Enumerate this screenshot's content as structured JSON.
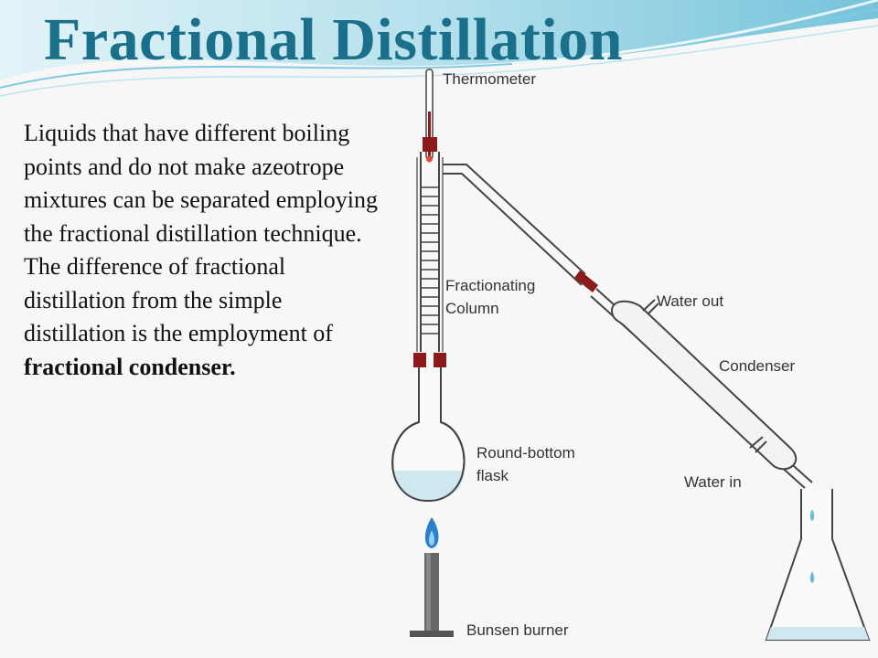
{
  "title": "Fractional Distillation",
  "body": {
    "text": "Liquids that have different boiling points and do not make azeotrope mixtures can be separated employing the fractional distillation technique. The difference of fractional distillation from the simple distillation is the employment of ",
    "bold_text": "fractional condenser."
  },
  "diagram": {
    "labels": {
      "thermometer": "Thermometer",
      "fractionating_1": "Fractionating",
      "fractionating_2": "Column",
      "water_out": "Water out",
      "condenser": "Condenser",
      "flask_1": "Round-bottom",
      "flask_2": "flask",
      "water_in": "Water in",
      "bunsen": "Bunsen burner"
    }
  },
  "colors": {
    "title": "#1a6f8a",
    "accent_wave": "#6cc3dc",
    "stopper": "#8b1a1a",
    "liquid": "#cfe8ef",
    "flame": "#2e7fc8"
  }
}
